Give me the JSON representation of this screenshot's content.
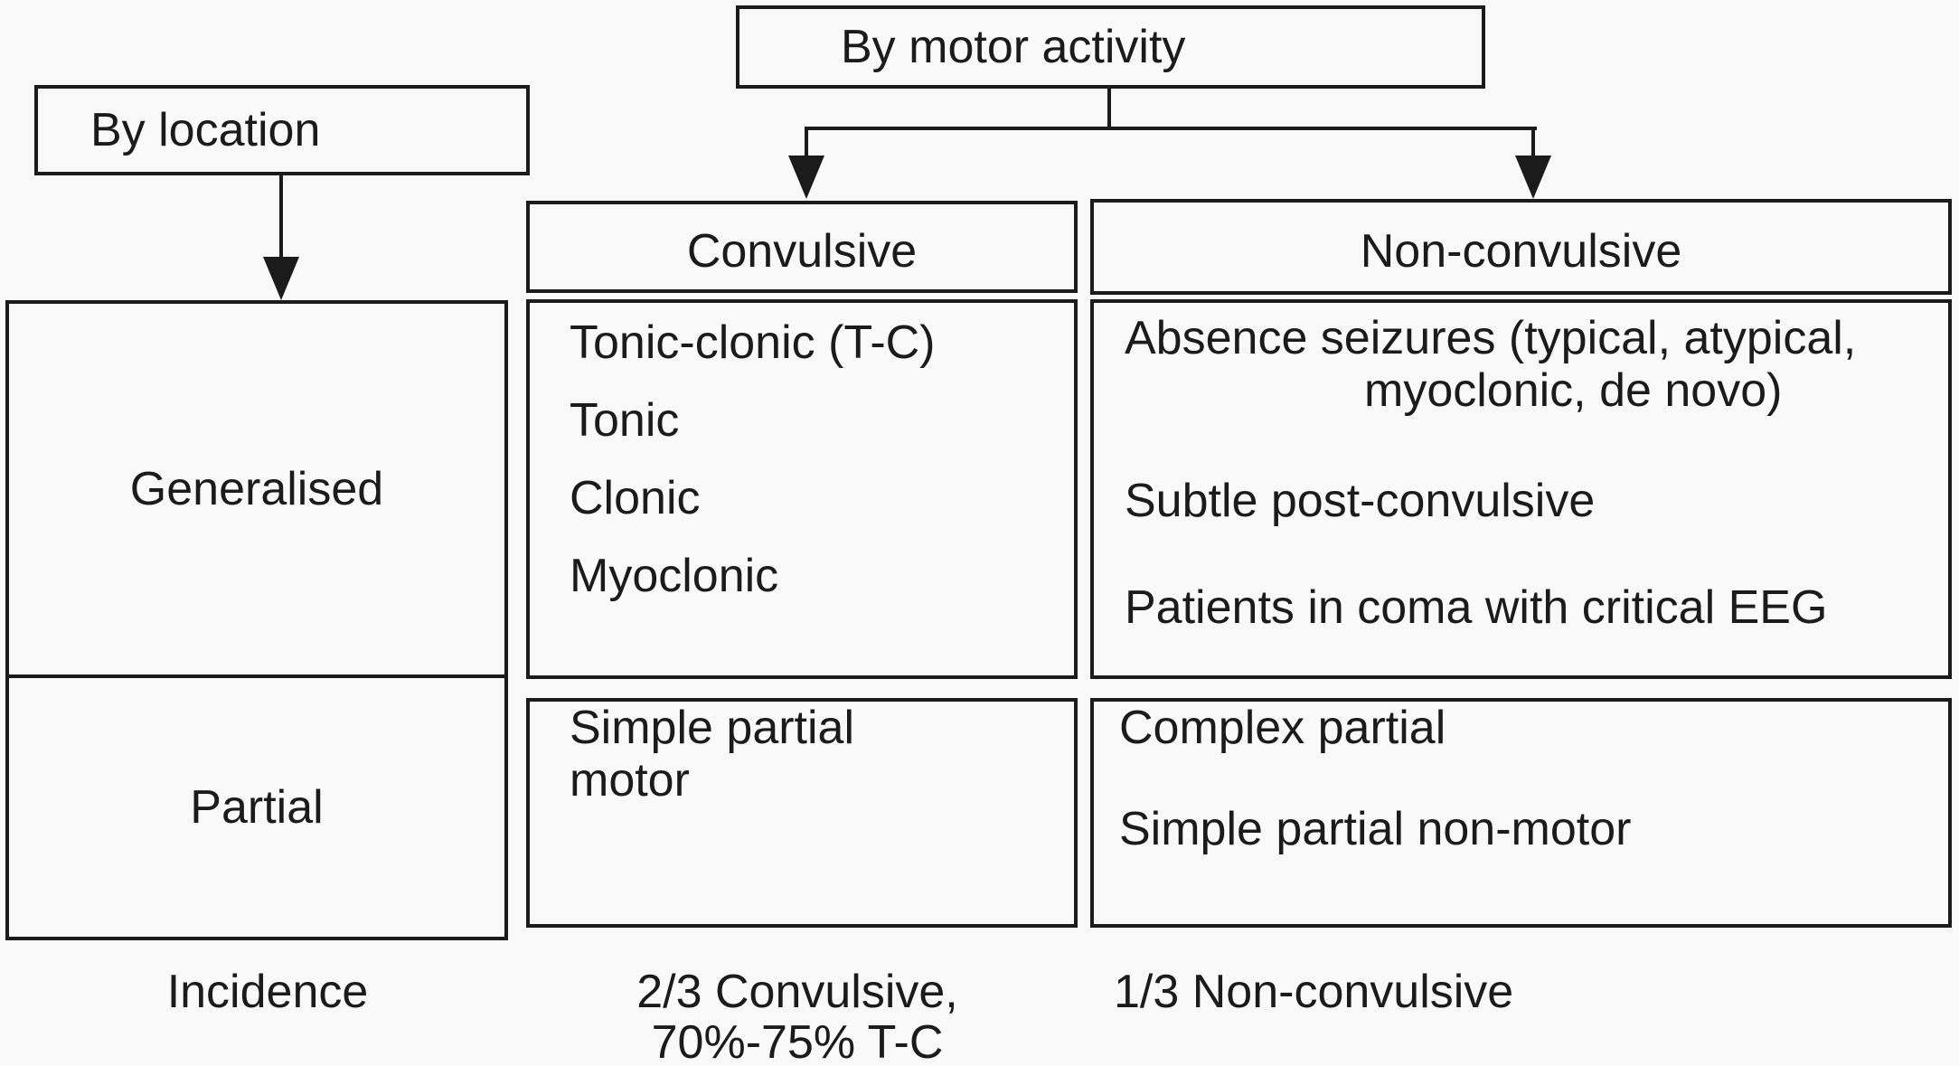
{
  "colors": {
    "ink": "#1b1b1b",
    "background": "#f9f9f9"
  },
  "nodes": {
    "by_location": "By location",
    "by_motor_activity": "By motor activity"
  },
  "table": {
    "column_headers": {
      "convulsive": "Convulsive",
      "non_convulsive": "Non-convulsive"
    },
    "row_labels": {
      "generalised": "Generalised",
      "partial": "Partial"
    },
    "generalised": {
      "convulsive_items": [
        "Tonic-clonic (T-C)",
        "Tonic",
        "Clonic",
        "Myoclonic"
      ],
      "non_convulsive": {
        "absence_line1": "Absence seizures (typical, atypical,",
        "absence_line2": "myoclonic, de novo)",
        "item2": "Subtle post-convulsive",
        "item3": "Patients in coma with critical EEG"
      }
    },
    "partial": {
      "convulsive_line1": "Simple partial",
      "convulsive_line2": "motor",
      "non_convulsive_item1": "Complex partial",
      "non_convulsive_item2": "Simple partial non-motor"
    }
  },
  "incidence": {
    "label": "Incidence",
    "convulsive_line1": "2/3 Convulsive,",
    "convulsive_line2": "70%-75% T-C",
    "non_convulsive": "1/3 Non-convulsive"
  }
}
